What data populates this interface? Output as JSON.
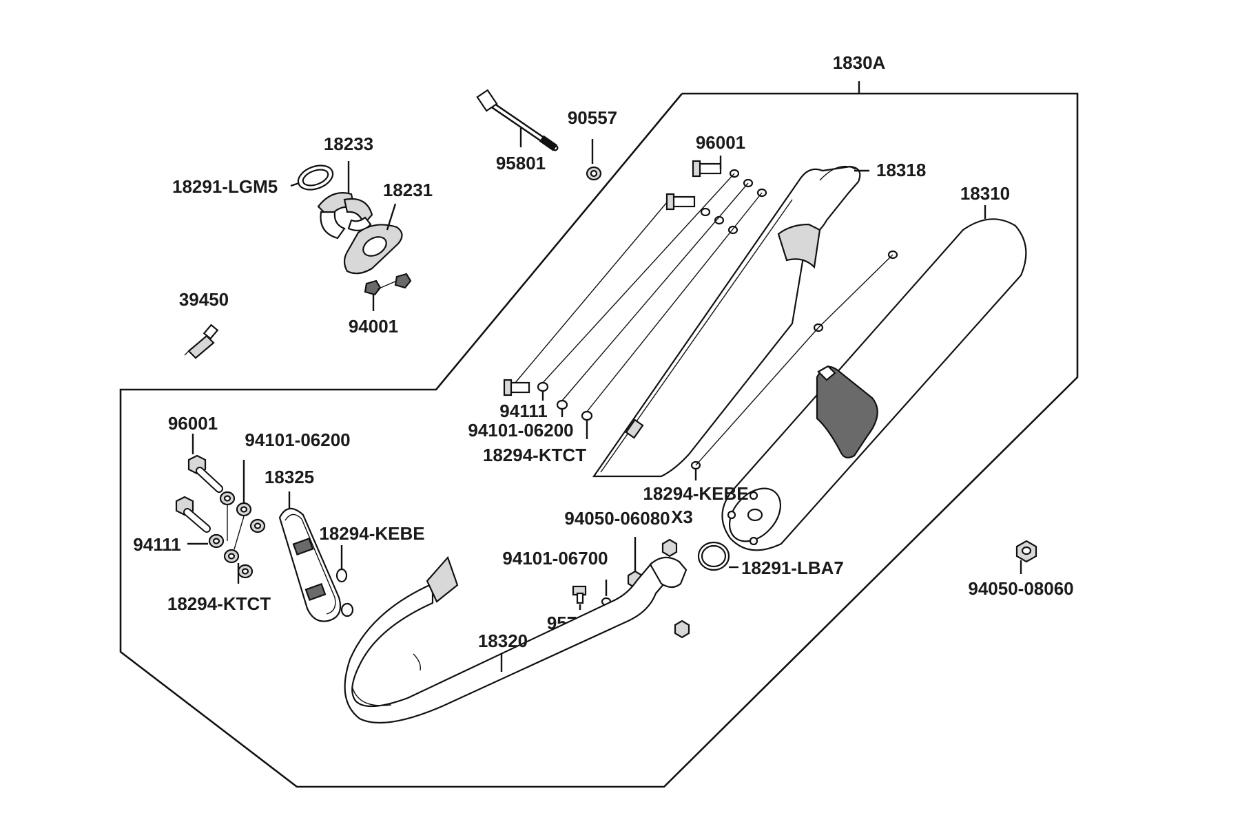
{
  "labels": {
    "assembly": "1830A",
    "p95801": "95801",
    "p90557": "90557",
    "p18233": "18233",
    "p18291_lgm5": "18291-LGM5",
    "p18231": "18231",
    "p39450": "39450",
    "p94001": "94001",
    "p96001_top": "96001",
    "p18318": "18318",
    "p18310": "18310",
    "p94111_top": "94111",
    "p94101_06200_top": "94101-06200",
    "p18294_ktct_top": "18294-KTCT",
    "p18294_kebe_top": "18294-KEBE",
    "x3": "X3",
    "p94050_06080": "94050-06080",
    "p94101_06700": "94101-06700",
    "p18291_lba7": "18291-LBA7",
    "p95701": "95701",
    "p94050_08060": "94050-08060",
    "p96001_left": "96001",
    "p94101_06200_left": "94101-06200",
    "p18325": "18325",
    "p94111_left": "94111",
    "p18294_kebe_left": "18294-KEBE",
    "p18294_ktct_left": "18294-KTCT",
    "p18320": "18320"
  },
  "icons": {
    "bolt": "bolt-icon",
    "washer": "washer-icon",
    "nut": "nut-icon",
    "gasket": "gasket-icon",
    "muffler": "muffler-icon",
    "exhaust_pipe": "exhaust-pipe-icon",
    "heat_guard": "heat-guard-icon",
    "stud": "stud-icon",
    "sensor": "oxygen-sensor-icon"
  }
}
